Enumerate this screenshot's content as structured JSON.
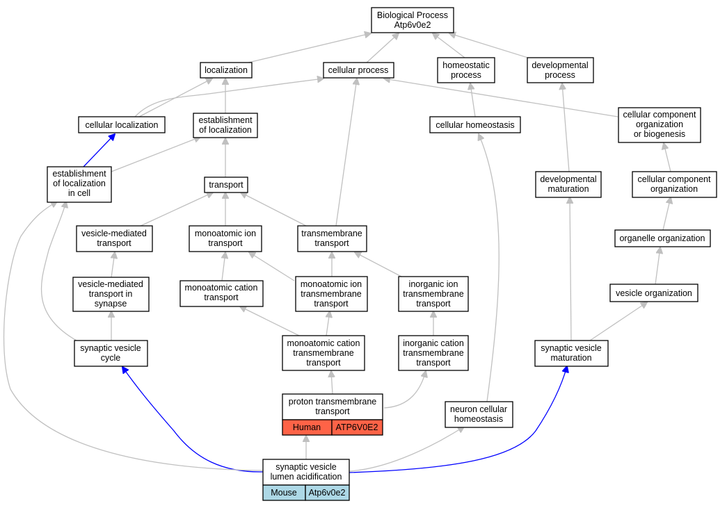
{
  "nodes": {
    "root": [
      "Biological Process",
      "Atp6v0e2"
    ],
    "localization": [
      "localization"
    ],
    "cellular_process": [
      "cellular process"
    ],
    "homeostatic_process": [
      "homeostatic",
      "process"
    ],
    "developmental_process": [
      "developmental",
      "process"
    ],
    "cellular_localization": [
      "cellular localization"
    ],
    "establishment_of_localization": [
      "establishment",
      "of localization"
    ],
    "cellular_homeostasis": [
      "cellular homeostasis"
    ],
    "cc_org_biogenesis": [
      "cellular component",
      "organization",
      "or biogenesis"
    ],
    "establishment_loc_cell": [
      "establishment",
      "of localization",
      "in cell"
    ],
    "transport": [
      "transport"
    ],
    "developmental_maturation": [
      "developmental",
      "maturation"
    ],
    "cc_organization": [
      "cellular component",
      "organization"
    ],
    "vesicle_mediated_transport": [
      "vesicle-mediated",
      "transport"
    ],
    "monoatomic_ion_transport": [
      "monoatomic ion",
      "transport"
    ],
    "transmembrane_transport": [
      "transmembrane",
      "transport"
    ],
    "organelle_organization": [
      "organelle organization"
    ],
    "vmt_in_synapse": [
      "vesicle-mediated",
      "transport in",
      "synapse"
    ],
    "monoatomic_cation_transport": [
      "monoatomic cation",
      "transport"
    ],
    "mi_transmembrane_transport": [
      "monoatomic ion",
      "transmembrane",
      "transport"
    ],
    "inorganic_ion_tm_transport": [
      "inorganic ion",
      "transmembrane",
      "transport"
    ],
    "vesicle_organization": [
      "vesicle organization"
    ],
    "synaptic_vesicle_cycle": [
      "synaptic vesicle",
      "cycle"
    ],
    "mc_transmembrane_transport": [
      "monoatomic cation",
      "transmembrane",
      "transport"
    ],
    "inorganic_cation_tm_transport": [
      "inorganic cation",
      "transmembrane",
      "transport"
    ],
    "synaptic_vesicle_maturation": [
      "synaptic vesicle",
      "maturation"
    ],
    "proton_tm_transport": [
      "proton transmembrane",
      "transport"
    ],
    "neuron_cellular_homeostasis": [
      "neuron cellular",
      "homeostasis"
    ],
    "sv_lumen_acidification": [
      "synaptic vesicle",
      "lumen acidification"
    ]
  },
  "gene_tags": {
    "proton_tm_transport": {
      "species": "Human",
      "gene": "ATP6V0E2",
      "color": "#ff6347"
    },
    "sv_lumen_acidification": {
      "species": "Mouse",
      "gene": "Atp6v0e2",
      "color": "#add8e6"
    }
  },
  "colors": {
    "edge_default": "#c0c0c0",
    "edge_highlight": "#0000ff"
  }
}
